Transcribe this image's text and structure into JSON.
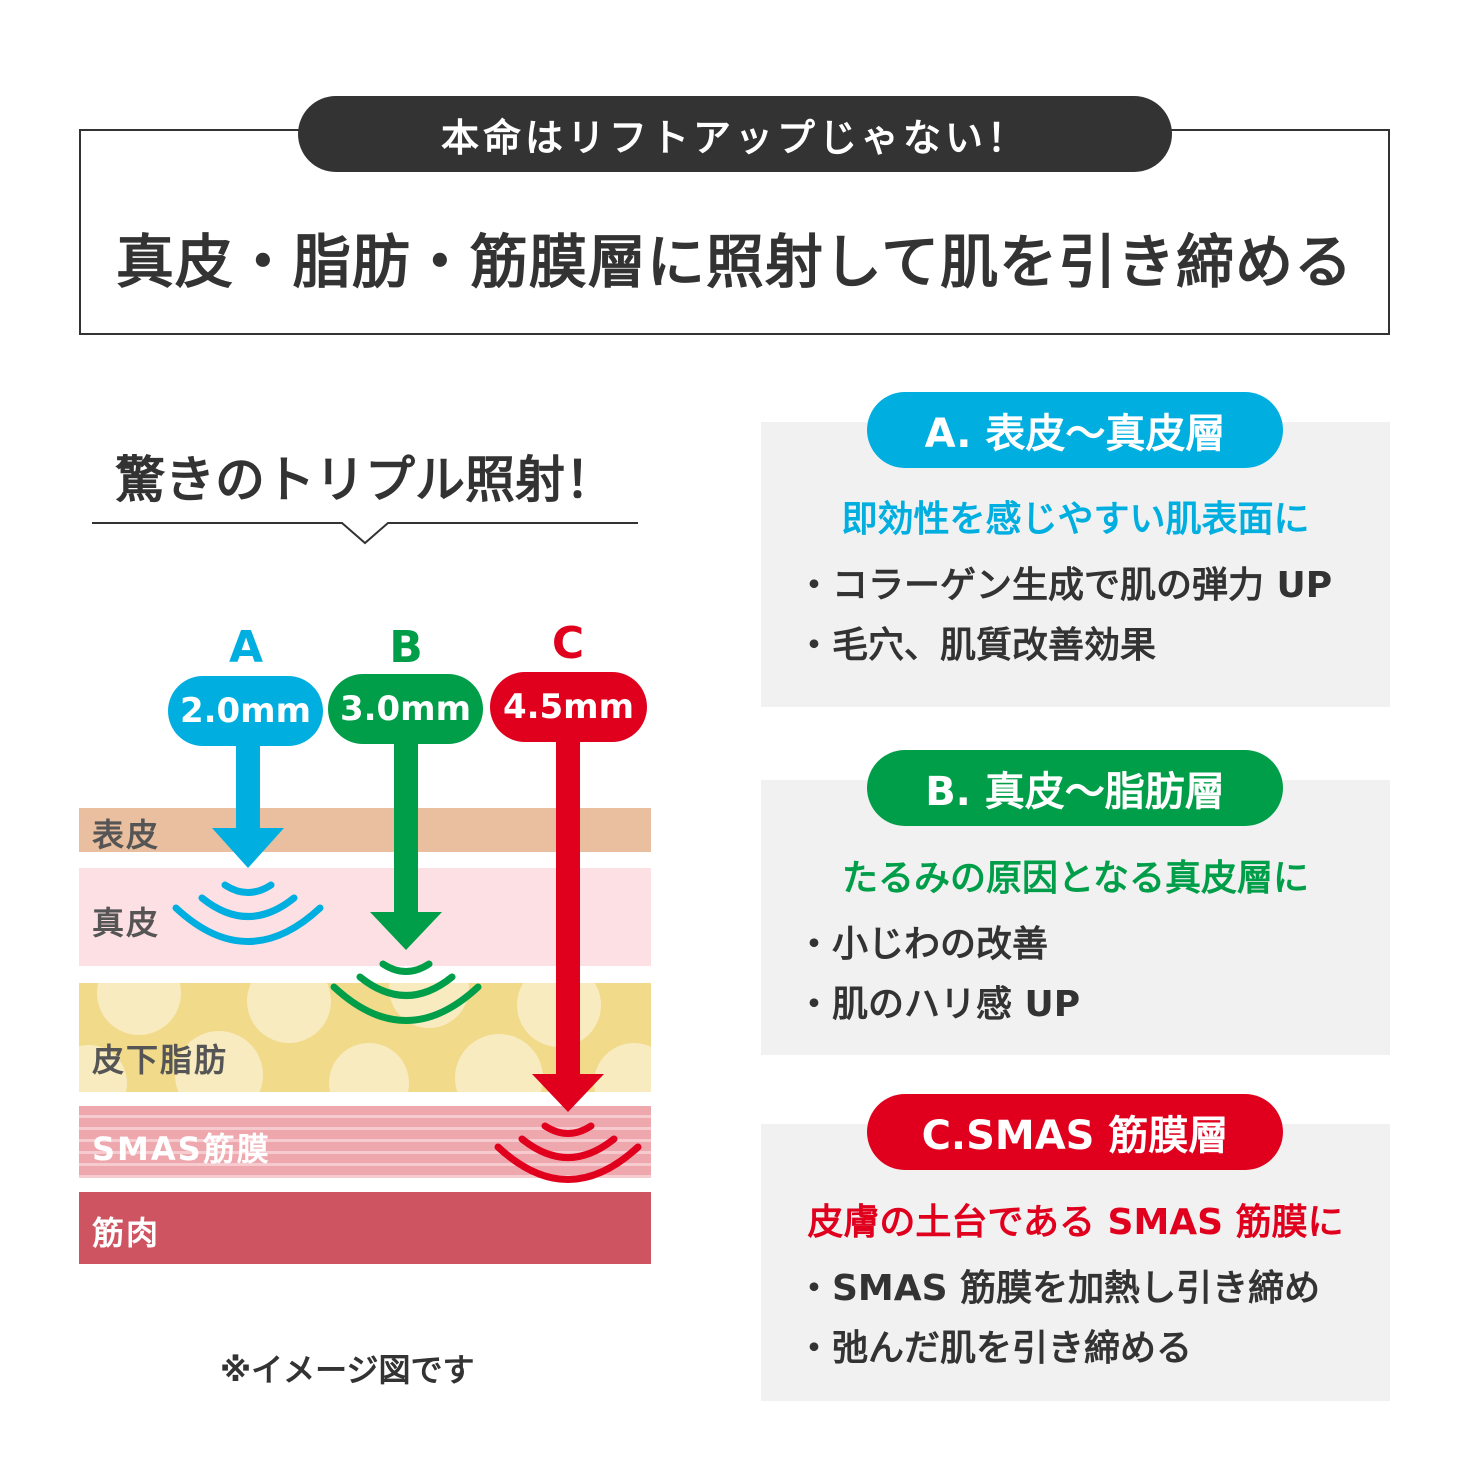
{
  "header": {
    "tagline": "本命はリフトアップじゃない！",
    "title": "真皮・脂肪・筋膜層に照射して肌を引き締める"
  },
  "diagram": {
    "heading": "驚きのトリプル照射！",
    "note": "※イメージ図です",
    "layers": [
      {
        "label": "表皮",
        "color": "#e9bf9f"
      },
      {
        "label": "真皮",
        "color": "#fde0e3"
      },
      {
        "label": "皮下脂肪",
        "color": "#f1da8a"
      },
      {
        "label": "SMAS筋膜",
        "color": "#eea7ad"
      },
      {
        "label": "筋肉",
        "color": "#cf5462"
      }
    ],
    "beams": [
      {
        "letter": "A",
        "depth": "2.0mm",
        "color": "#00aee0"
      },
      {
        "letter": "B",
        "depth": "3.0mm",
        "color": "#009e49"
      },
      {
        "letter": "C",
        "depth": "4.5mm",
        "color": "#e0001e"
      }
    ]
  },
  "cards": [
    {
      "title": "A. 表皮〜真皮層",
      "subtitle": "即効性を感じやすい肌表面に",
      "items": [
        "・コラーゲン生成で肌の弾力 UP",
        "・毛穴、肌質改善効果"
      ],
      "color": "#00aee0"
    },
    {
      "title": "B. 真皮〜脂肪層",
      "subtitle": "たるみの原因となる真皮層に",
      "items": [
        "・小じわの改善",
        "・肌のハリ感 UP"
      ],
      "color": "#009e49"
    },
    {
      "title": "C.SMAS 筋膜層",
      "subtitle": "皮膚の土台である SMAS 筋膜に",
      "items": [
        "・SMAS 筋膜を加熱し引き締め",
        "・弛んだ肌を引き締める"
      ],
      "color": "#e0001e"
    }
  ]
}
